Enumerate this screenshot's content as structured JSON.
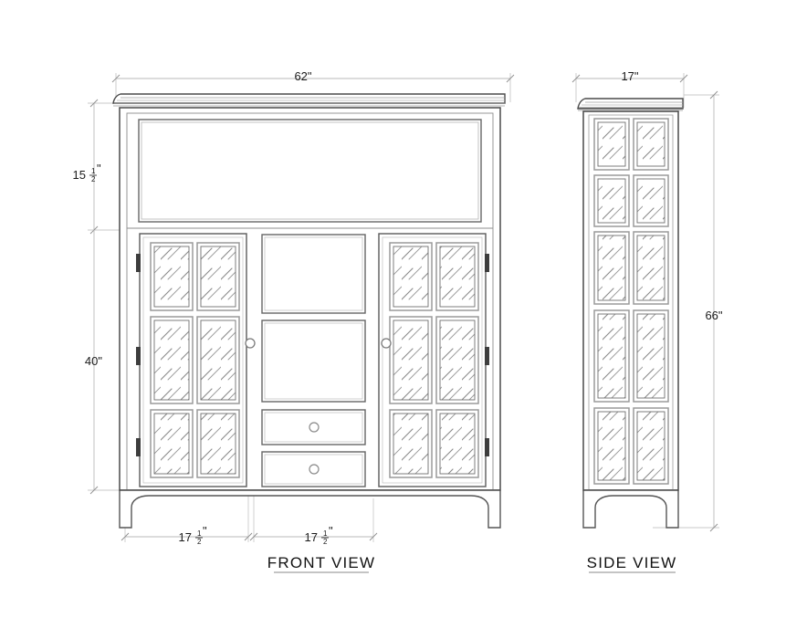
{
  "drawing": {
    "type": "furniture-elevation-drawing",
    "background": "#ffffff",
    "line_color": "#555555",
    "heavy_line_color": "#3a3a3a",
    "glass_hatch_color": "#7a7a7a",
    "dim_line_color": "#b4b4b4"
  },
  "views": [
    {
      "id": "front",
      "title": "FRONT VIEW",
      "title_underlined": true
    },
    {
      "id": "side",
      "title": "SIDE VIEW",
      "title_underlined": true
    }
  ],
  "dimensions": {
    "overall_width": {
      "label_whole": "62",
      "label_fraction_num": "",
      "label_fraction_den": "",
      "unit": "\"",
      "full_text": "62\"",
      "position": "top-front",
      "orientation": "horizontal"
    },
    "upper_section_height": {
      "label_whole": "15",
      "label_fraction_num": "1",
      "label_fraction_den": "2",
      "unit": "\"",
      "full_text": "15 1/2\"",
      "position": "left-front-upper",
      "orientation": "vertical"
    },
    "lower_section_height": {
      "label_whole": "40",
      "label_fraction_num": "",
      "label_fraction_den": "",
      "unit": "\"",
      "full_text": "40\"",
      "position": "left-front-lower",
      "orientation": "vertical"
    },
    "left_door_width": {
      "label_whole": "17",
      "label_fraction_num": "1",
      "label_fraction_den": "2",
      "unit": "\"",
      "full_text": "17 1/2\"",
      "position": "bottom-front-left",
      "orientation": "horizontal"
    },
    "right_door_width": {
      "label_whole": "17",
      "label_fraction_num": "1",
      "label_fraction_den": "2",
      "unit": "\"",
      "full_text": "17 1/2\"",
      "position": "bottom-front-right",
      "orientation": "horizontal"
    },
    "side_depth": {
      "label_whole": "17",
      "label_fraction_num": "",
      "label_fraction_den": "",
      "unit": "\"",
      "full_text": "17\"",
      "position": "top-side",
      "orientation": "horizontal"
    },
    "overall_height": {
      "label_whole": "66",
      "label_fraction_num": "",
      "label_fraction_den": "",
      "unit": "\"",
      "full_text": "66\"",
      "position": "right-side",
      "orientation": "vertical"
    }
  },
  "front_view": {
    "cornice": {
      "profile": "curved-moulded",
      "bands": 4
    },
    "upper_frieze": {
      "panels": 1,
      "style": "recessed-flat-panel"
    },
    "left_door": {
      "pane_columns": 2,
      "pane_rows": 3,
      "glazing": "glass",
      "knob": "round",
      "knob_side": "right",
      "hinges": 3,
      "hinge_side": "left"
    },
    "center_section": {
      "flat_panels": 2,
      "drawers": 2,
      "drawer_knob": "round"
    },
    "right_door": {
      "pane_columns": 2,
      "pane_rows": 3,
      "glazing": "glass",
      "knob": "round",
      "knob_side": "left",
      "hinges": 3,
      "hinge_side": "right"
    },
    "apron": {
      "profile": "curved-bracket-foot",
      "feet": 2
    }
  },
  "side_view": {
    "cornice": {
      "profile": "curved-moulded",
      "bands": 4
    },
    "pane_columns": 2,
    "pane_rows": 5,
    "glazing": "glass",
    "apron": {
      "profile": "curved-bracket-foot",
      "feet": 2
    }
  }
}
